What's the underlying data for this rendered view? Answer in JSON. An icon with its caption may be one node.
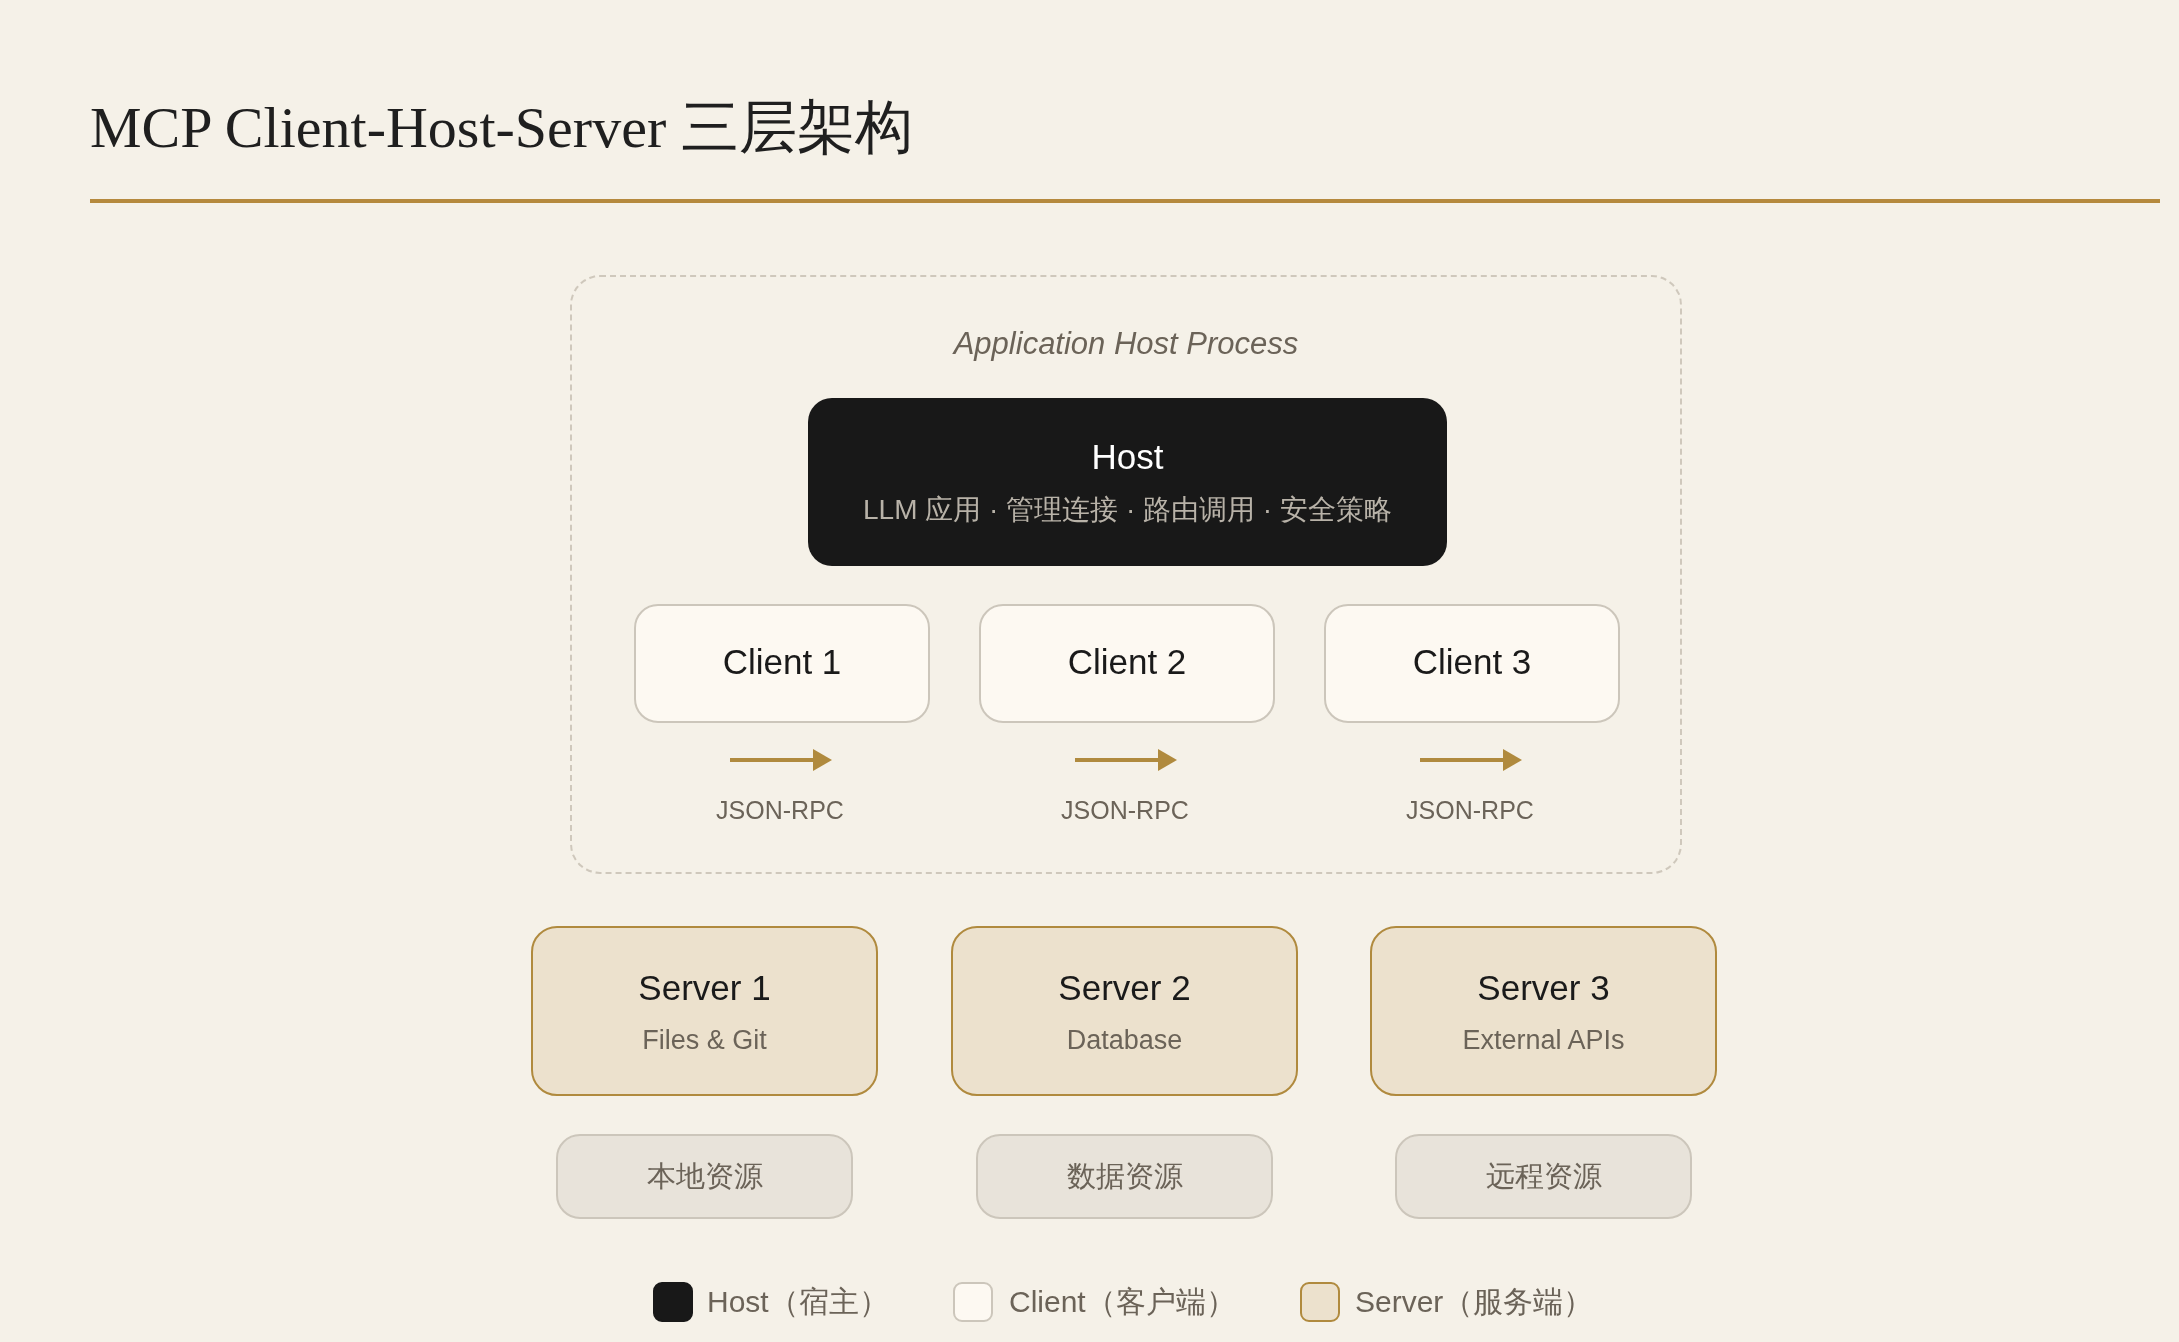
{
  "diagram": {
    "title": "MCP Client-Host-Server 三层架构",
    "nodes": [
      {
        "text": [
          "Application Host Process"
        ]
      },
      {
        "text": [
          "Host",
          "LLM 应用 · 管理连接 · 路由调用 · 安全策略"
        ],
        "in": 0
      },
      {
        "text": [
          "Client 1"
        ],
        "in": 0
      },
      {
        "text": [
          "Client 2"
        ],
        "in": 0
      },
      {
        "text": [
          "Client 3"
        ],
        "in": 0
      },
      {
        "text": [
          "Server 1",
          "Files & Git"
        ]
      },
      {
        "text": [
          "Server 2",
          "Database"
        ]
      },
      {
        "text": [
          "Server 3",
          "External APIs"
        ]
      },
      {
        "text": [
          "本地资源"
        ]
      },
      {
        "text": [
          "数据资源"
        ]
      },
      {
        "text": [
          "远程资源"
        ]
      }
    ],
    "labels": [
      "JSON-RPC",
      "JSON-RPC",
      "JSON-RPC"
    ],
    "legend": [
      {
        "text": "Host（宿主）",
        "color": "#181818"
      },
      {
        "text": "Client（客户端）",
        "color": "#fdf9f2"
      },
      {
        "text": "Server（服务端）",
        "color": "#ece1cd"
      }
    ]
  }
}
